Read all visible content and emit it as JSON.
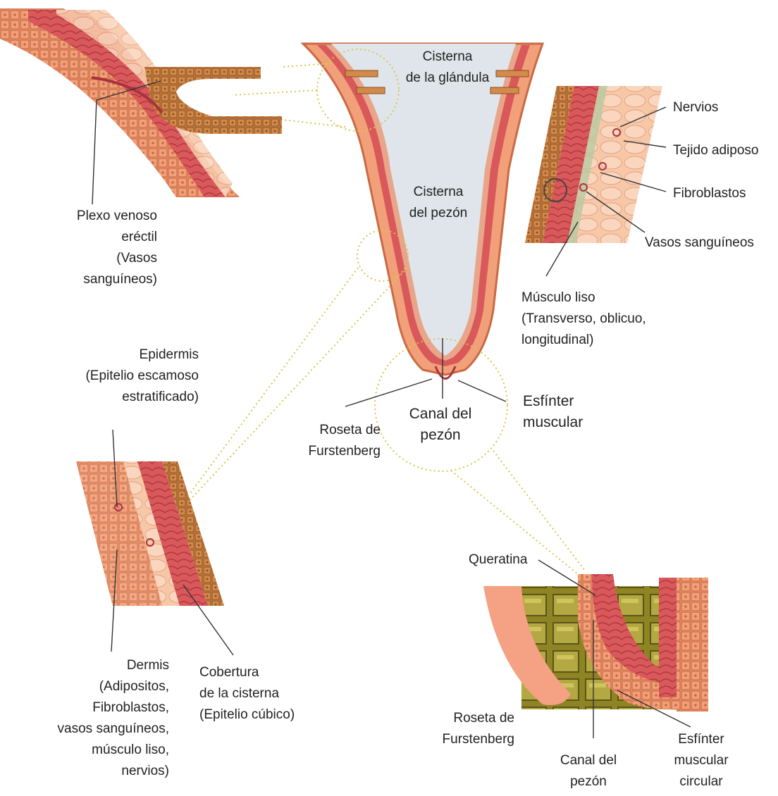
{
  "colors": {
    "skin": "#f2a07a",
    "skin_dark": "#c96a43",
    "muscle": "#d9585a",
    "muscle_dark": "#a8333d",
    "fat": "#f7c8a8",
    "cistern": "#dfe5ea",
    "cuboid": "#c27a3a",
    "keratin_bg": "#a29632",
    "guide": "#d8c64a"
  },
  "labels": {
    "cisterna_glandula": "Cisterna\nde la glándula",
    "cisterna_pezon": "Cisterna\ndel pezón",
    "canal_pezon_center": "Canal del\npezón",
    "roseta_center": "Roseta de\nFurstenberg",
    "esfinter_center": "Esfínter\nmuscular",
    "plexo": "Plexo venoso\neréctil\n(Vasos\nsanguíneos)",
    "nervios": "Nervios",
    "tejido_adiposo": "Tejido adiposo",
    "fibroblastos": "Fibroblastos",
    "vasos": "Vasos sanguíneos",
    "musculo_liso": "Músculo liso\n(Transverso, oblicuo,\nlongitudinal)",
    "epidermis": "Epidermis\n(Epitelio escamoso\nestratificado)",
    "dermis": "Dermis\n(Adipositos,\nFibroblastos,\nvasos sanguíneos,\nmúsculo liso,\nnervios)",
    "cobertura": "Cobertura\nde la cisterna\n(Epitelio cúbico)",
    "queratina": "Queratina",
    "roseta_bottom": "Roseta de\nFurstenberg",
    "canal_bottom": "Canal del\npezón",
    "esfinter_circular": "Esfínter\nmuscular\ncircular"
  }
}
